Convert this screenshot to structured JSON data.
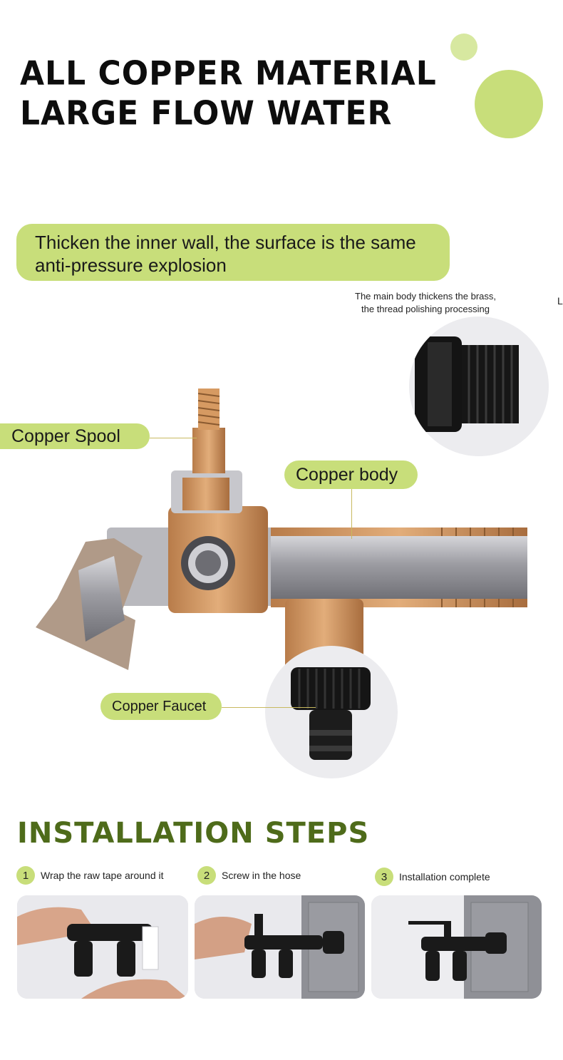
{
  "heading": {
    "line1": "ALL COPPER MATERIAL",
    "line2": "LARGE FLOW WATER"
  },
  "banner": {
    "text": "Thicken the inner wall, the surface is the same\nanti-pressure explosion"
  },
  "thread_note": {
    "text": "The main body thickens the brass,\nthe thread polishing processing"
  },
  "edge_letter": "L",
  "callouts": {
    "spool": "Copper Spool",
    "body": "Copper body",
    "faucet": "Copper Faucet"
  },
  "installation": {
    "title": "INSTALLATION STEPS",
    "steps": [
      {
        "number": "1",
        "label": "Wrap the raw tape around it"
      },
      {
        "number": "2",
        "label": "Screw in the hose"
      },
      {
        "number": "3",
        "label": "Installation complete"
      }
    ]
  },
  "colors": {
    "accent": "#c8de7a",
    "steps_title": "#4e6b1a",
    "copper": "#c98f5b",
    "steel": "#a9a9ae"
  }
}
